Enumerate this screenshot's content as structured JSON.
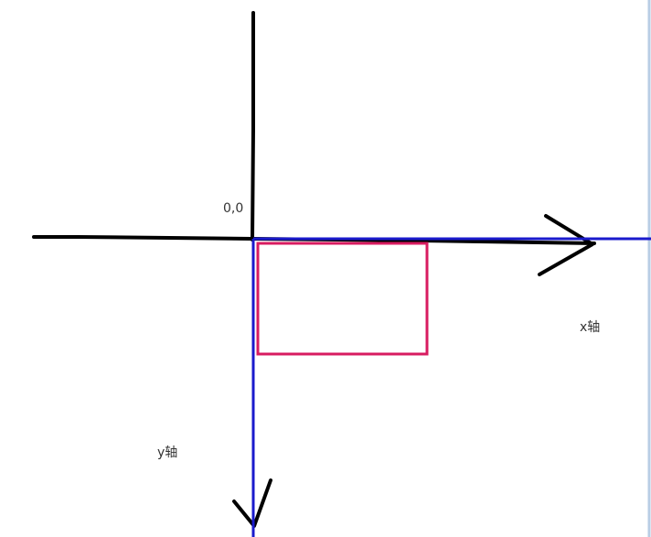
{
  "labels": {
    "origin": "0,0",
    "x_axis": "x轴",
    "y_axis": "y轴"
  },
  "colors": {
    "hand_drawn_axes": "#000000",
    "coordinate_axes": "#1a1acc",
    "rectangle": "#d81b60",
    "right_edge": "#b9cde5"
  }
}
